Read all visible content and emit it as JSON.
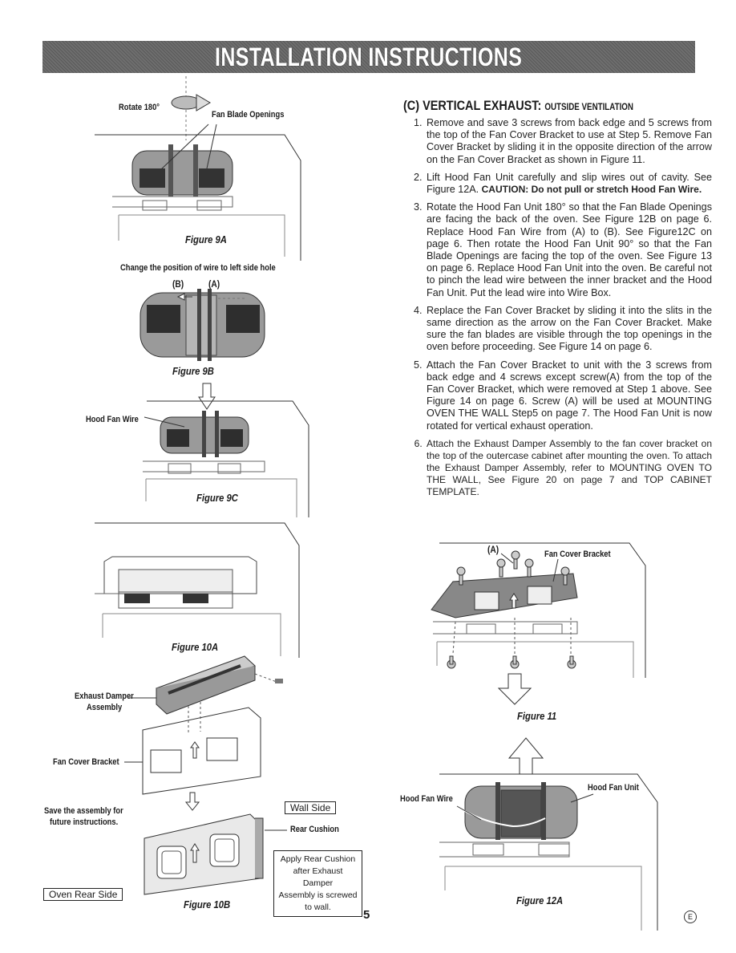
{
  "header": {
    "title": "INSTALLATION INSTRUCTIONS"
  },
  "left_figures": {
    "fig9a": {
      "rotate_label": "Rotate 180°",
      "openings_label": "Fan Blade Openings",
      "caption": "Figure 9A"
    },
    "fig9b": {
      "note": "Change the position of wire to left side hole",
      "label_b": "(B)",
      "label_a": "(A)",
      "caption": "Figure 9B"
    },
    "fig9c": {
      "wire_label": "Hood Fan Wire",
      "caption": "Figure 9C"
    },
    "fig10a": {
      "caption": "Figure 10A"
    },
    "fig10b": {
      "damper_label_1": "Exhaust Damper",
      "damper_label_2": "Assembly",
      "bracket_label": "Fan Cover Bracket",
      "save_label_1": "Save the assembly for",
      "save_label_2": "future instructions.",
      "wall_side": "Wall Side",
      "rear_cushion": "Rear Cushion",
      "note_lines": [
        "Apply Rear Cushion",
        "after Exhaust Damper",
        "Assembly is screwed",
        "to wall."
      ],
      "oven_rear_side": "Oven Rear Side",
      "caption": "Figure 10B"
    }
  },
  "section": {
    "prefix": "(C) VERTICAL EXHAUST:",
    "suffix": "OUTSIDE VENTILATION"
  },
  "steps": [
    {
      "text": "Remove and save 3 screws from back edge and 5 screws from the top of the Fan Cover Bracket to use at Step 5. Remove Fan Cover Bracket by sliding it in the opposite direction of the arrow on the Fan Cover Bracket as shown in Figure 11."
    },
    {
      "text": "Lift Hood Fan Unit carefully and slip wires out of cavity. See Figure 12A. ",
      "caution": "CAUTION: Do not pull or stretch Hood Fan Wire."
    },
    {
      "text": "Rotate the Hood Fan Unit 180° so that the Fan Blade Openings are facing the back of the oven. See Figure 12B on page 6. Replace Hood Fan Wire from (A) to (B). See Figure12C on page 6. Then rotate the Hood Fan Unit 90° so that the Fan Blade Openings are facing the top of the oven. See Figure 13 on page 6. Replace Hood Fan Unit into the oven. Be careful not to pinch the lead wire between the inner bracket and the Hood Fan Unit. Put the lead wire into Wire Box."
    },
    {
      "text": "Replace the Fan Cover Bracket by sliding it into the slits in the same direction as the arrow on the Fan Cover Bracket. Make sure the fan blades are visible through the top openings in the oven before proceeding. See Figure 14 on page 6."
    },
    {
      "text": "Attach the Fan Cover Bracket to unit with the 3 screws from back edge and 4 screws except screw(A) from the top of the Fan Cover Bracket, which were removed at Step 1 above. See Figure 14 on page 6. Screw (A) will be used at MOUNTING OVEN THE WALL Step5 on page 7. The Hood Fan Unit is now rotated for vertical exhaust operation."
    },
    {
      "text": "Attach the Exhaust Damper Assembly to the fan cover bracket on the top of the outercase cabinet after mounting the oven. To attach the Exhaust Damper Assembly, refer to MOUNTING OVEN TO THE WALL, See Figure 20 on page 7 and TOP CABINET TEMPLATE."
    }
  ],
  "right_figures": {
    "fig11": {
      "label_a": "(A)",
      "bracket_label": "Fan Cover Bracket",
      "caption": "Figure 11"
    },
    "fig12a": {
      "wire_label": "Hood Fan Wire",
      "unit_label": "Hood Fan Unit",
      "caption": "Figure 12A"
    }
  },
  "footer": {
    "page_number": "5",
    "language_mark": "E"
  }
}
